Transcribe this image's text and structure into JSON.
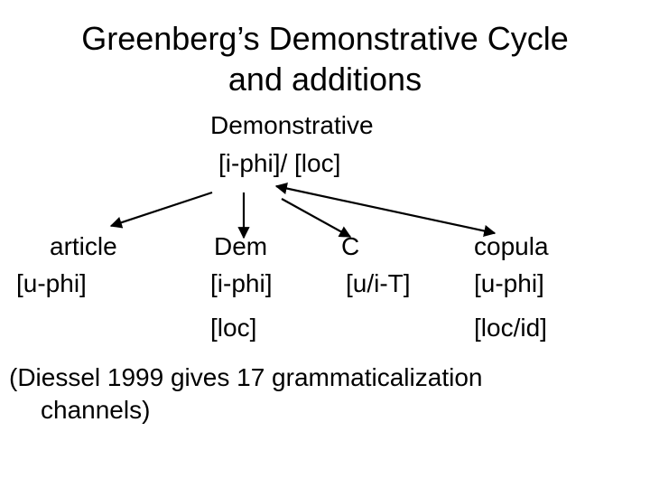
{
  "slide": {
    "background": "#ffffff",
    "text_color": "#000000",
    "title_line1": "Greenberg’s Demonstrative Cycle",
    "title_line2": "and additions",
    "root_label": "Demonstrative",
    "root_features": "[i-phi]/ [loc]",
    "branches": [
      {
        "label": "article",
        "features_row2": "[u-phi]"
      },
      {
        "label": "Dem",
        "features_row2": "[i-phi]",
        "features_row3": "[loc]"
      },
      {
        "label": "C",
        "features_row2": "[u/i-T]"
      },
      {
        "label": "copula",
        "features_row2": "[u-phi]",
        "features_row3": "[loc/id]"
      }
    ],
    "note_line1": "(Diessel 1999 gives 17 grammaticalization",
    "note_line2": "channels)"
  }
}
